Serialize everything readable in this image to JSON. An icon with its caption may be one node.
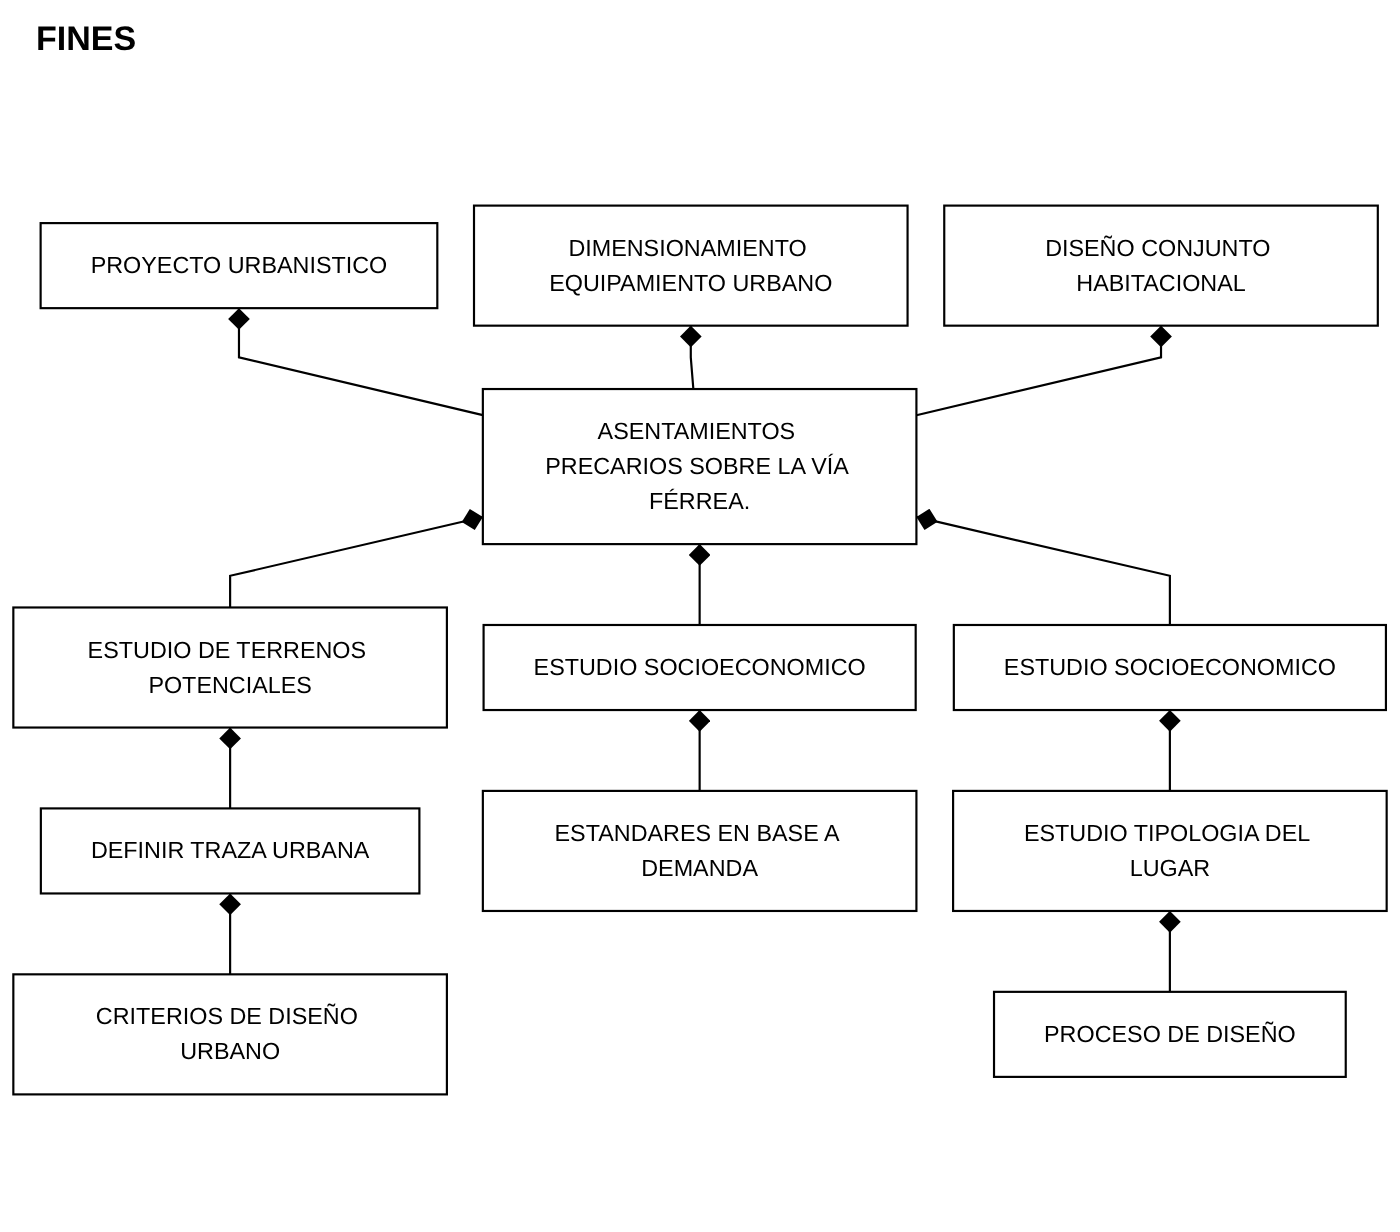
{
  "diagram": {
    "title": "FINES",
    "nodes": [
      {
        "text": [
          "PROYECTO URBANISTICO"
        ]
      },
      {
        "text": [
          "DIMENSIONAMIENTO EQUIPAMIENTO URBANO"
        ]
      },
      {
        "text": [
          "DISEÑO CONJUNTO HABITACIONAL"
        ]
      },
      {
        "text": [
          "ASENTAMIENTOS PRECARIOS SOBRE LA VÍA FÉRREA."
        ]
      },
      {
        "text": [
          "ESTUDIO DE TERRENOS POTENCIALES"
        ]
      },
      {
        "text": [
          "DEFINIR TRAZA URBANA"
        ]
      },
      {
        "text": [
          "CRITERIOS DE DISEÑO URBANO"
        ]
      },
      {
        "text": [
          "ESTUDIO SOCIOECONOMICO"
        ]
      },
      {
        "text": [
          "ESTANDARES EN BASE A DEMANDA"
        ]
      },
      {
        "text": [
          "ESTUDIO SOCIOECONOMICO"
        ]
      },
      {
        "text": [
          "ESTUDIO TIPOLOGIA DEL LUGAR"
        ]
      },
      {
        "text": [
          "PROCESO DE DISEÑO"
        ]
      }
    ],
    "edges": [
      {
        "from": 0,
        "to": 3,
        "arrow": "other"
      },
      {
        "from": 1,
        "to": 3,
        "arrow": "other"
      },
      {
        "from": 2,
        "to": 3,
        "arrow": "other"
      },
      {
        "from": 3,
        "to": 4,
        "arrow": "other"
      },
      {
        "from": 3,
        "to": 7,
        "arrow": "other"
      },
      {
        "from": 3,
        "to": 9,
        "arrow": "other"
      },
      {
        "from": 4,
        "to": 5,
        "arrow": "other"
      },
      {
        "from": 5,
        "to": 6,
        "arrow": "other"
      },
      {
        "from": 7,
        "to": 8,
        "arrow": "other"
      },
      {
        "from": 9,
        "to": 10,
        "arrow": "other"
      },
      {
        "from": 10,
        "to": 11,
        "arrow": "other"
      }
    ]
  }
}
